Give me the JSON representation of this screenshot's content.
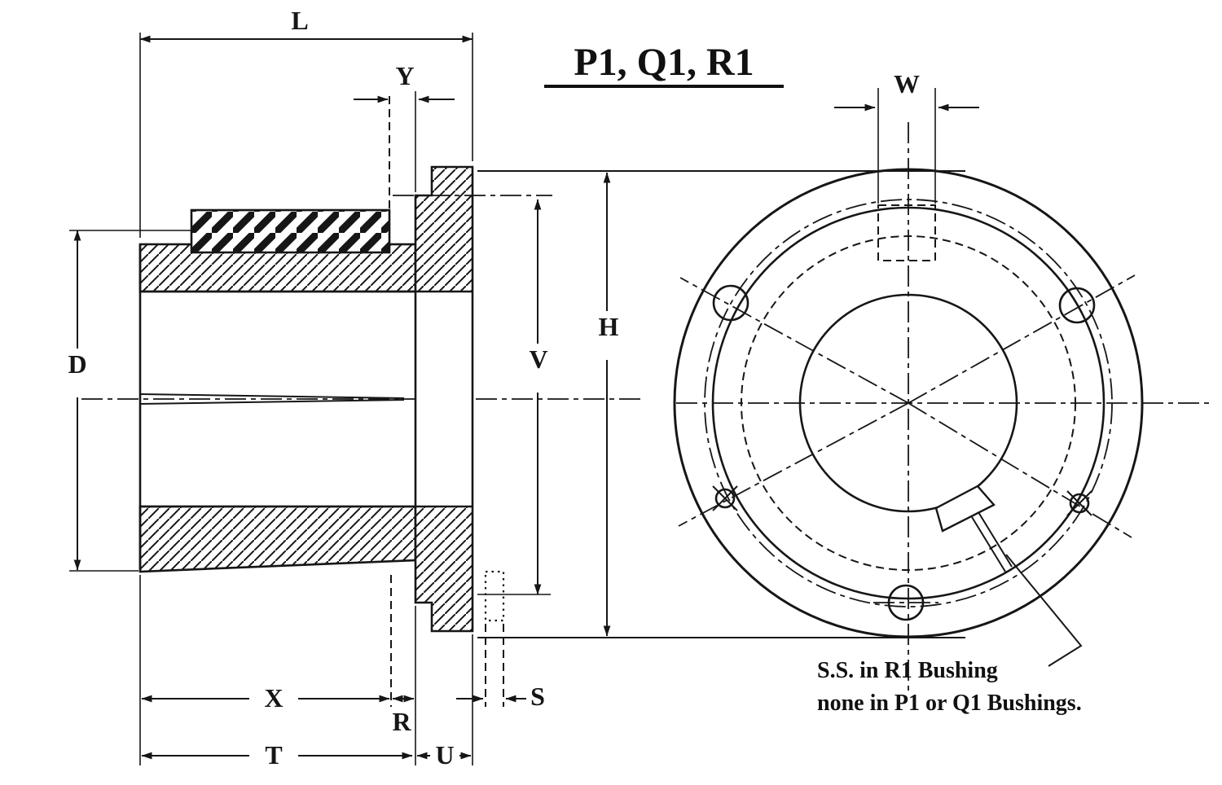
{
  "title": "P1, Q1, R1",
  "labels": {
    "l": "L",
    "y": "Y",
    "d": "D",
    "v": "V",
    "h": "H",
    "w": "W",
    "x": "X",
    "r": "R",
    "t": "T",
    "u": "U",
    "s": "S"
  },
  "annotation": {
    "line1": "S.S. in R1 Bushing",
    "line2": "none in P1 or Q1 Bushings."
  },
  "colors": {
    "ink": "#161616",
    "background": "#ffffff"
  }
}
